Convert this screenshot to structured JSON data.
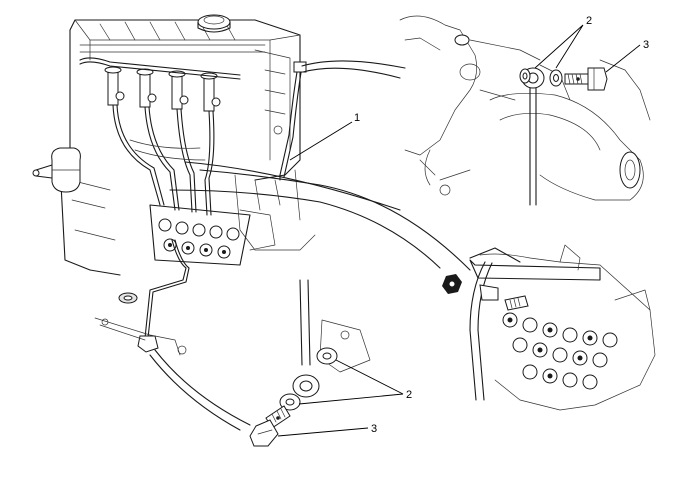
{
  "callouts": {
    "top_hose": "1",
    "top_washers": "2",
    "top_banjo_bolt": "3",
    "bottom_washers": "2",
    "bottom_banjo_bolt": "3"
  },
  "colors": {
    "line": "#1a1a1a",
    "background": "#ffffff",
    "shading": "#e4e4e4"
  }
}
